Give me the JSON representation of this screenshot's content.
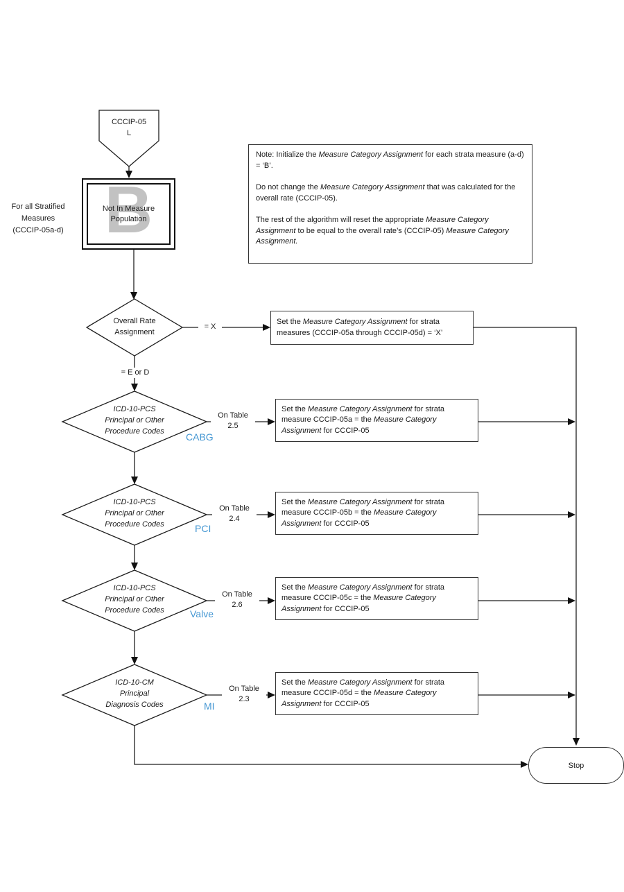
{
  "colors": {
    "accent_blue": "#4396D2",
    "watermark_gray": "#C2C2C2"
  },
  "offpage_connector": {
    "line1": "CCCIP-05",
    "line2": "L"
  },
  "start_node": {
    "watermark_letter": "B",
    "lines": [
      "Not In Measure",
      "Population"
    ]
  },
  "side_label": {
    "lines": [
      "For all Stratified",
      "Measures",
      "(CCCIP-05a-d)"
    ]
  },
  "note_box": {
    "paragraphs": [
      [
        {
          "t": "Note: Initialize the "
        },
        {
          "t": "Measure Category Assignment",
          "i": true
        },
        {
          "t": " for each strata measure (a-d) = ‘B’."
        }
      ],
      [
        {
          "t": "Do not change the "
        },
        {
          "t": "Measure Category Assignment",
          "i": true
        },
        {
          "t": " that was calculated for the overall rate (CCCIP-05)."
        }
      ],
      [
        {
          "t": "The rest of the algorithm will reset the appropriate "
        },
        {
          "t": "Measure Category Assignment",
          "i": true
        },
        {
          "t": " to be equal to the overall rate’s (CCCIP-05) "
        },
        {
          "t": "Measure Category Assignment.",
          "i": true
        }
      ]
    ]
  },
  "overall_decision": {
    "lines": [
      "Overall Rate",
      "Assignment"
    ],
    "branch_x_label": "= X",
    "branch_e_or_d_label": "= E or D"
  },
  "action_x": {
    "segments": [
      {
        "t": "Set the "
      },
      {
        "t": "Measure Category Assignment",
        "i": true
      },
      {
        "t": " for strata measures (CCCIP-05a through CCCIP-05d) = ‘X’"
      }
    ]
  },
  "strata_rows": [
    {
      "decision_lines": [
        "ICD-10-PCS",
        "Principal or Other",
        "Procedure Codes"
      ],
      "table_label": "On Table",
      "table_number": "2.5",
      "tag": "CABG",
      "action_segments": [
        {
          "t": "Set the "
        },
        {
          "t": "Measure Category Assignment",
          "i": true
        },
        {
          "t": " for strata measure CCCIP-05a = the "
        },
        {
          "t": "Measure Category Assignment",
          "i": true
        },
        {
          "t": " for CCCIP-05"
        }
      ]
    },
    {
      "decision_lines": [
        "ICD-10-PCS",
        "Principal or Other",
        "Procedure Codes"
      ],
      "table_label": "On Table",
      "table_number": "2.4",
      "tag": "PCI",
      "action_segments": [
        {
          "t": "Set the "
        },
        {
          "t": "Measure Category Assignment",
          "i": true
        },
        {
          "t": " for strata measure CCCIP-05b = the "
        },
        {
          "t": "Measure Category Assignment",
          "i": true
        },
        {
          "t": " for CCCIP-05"
        }
      ]
    },
    {
      "decision_lines": [
        "ICD-10-PCS",
        "Principal or Other",
        "Procedure Codes"
      ],
      "table_label": "On Table",
      "table_number": "2.6",
      "tag": "Valve",
      "action_segments": [
        {
          "t": "Set the "
        },
        {
          "t": "Measure Category Assignment",
          "i": true
        },
        {
          "t": " for strata measure CCCIP-05c = the "
        },
        {
          "t": "Measure Category Assignment",
          "i": true
        },
        {
          "t": " for CCCIP-05"
        }
      ]
    },
    {
      "decision_lines": [
        "ICD-10-CM",
        "Principal",
        "Diagnosis Codes"
      ],
      "table_label": "On Table",
      "table_number": "2.3",
      "tag": "MI",
      "action_segments": [
        {
          "t": "Set the "
        },
        {
          "t": "Measure Category Assignment",
          "i": true
        },
        {
          "t": " for strata measure CCCIP-05d = the "
        },
        {
          "t": "Measure Category Assignment",
          "i": true
        },
        {
          "t": " for CCCIP-05"
        }
      ]
    }
  ],
  "stop_node": {
    "label": "Stop"
  }
}
